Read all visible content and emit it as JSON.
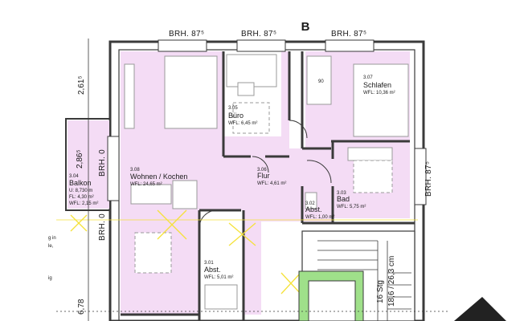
{
  "section": "B",
  "brh_labels": {
    "top_1": "BRH. 87⁵",
    "top_2": "BRH. 87⁵",
    "top_3": "BRH. 87⁵",
    "right": "BRH. 87⁵",
    "left_upper": "BRH. 0",
    "left_lower": "BRH. 0"
  },
  "dimensions": {
    "left_top": "2,61⁵",
    "balcony": "2,86⁵",
    "left_bottom": "6,78",
    "stairs": "16 Stg",
    "stairs_ratio": "18,6 / 26,3 cm"
  },
  "rooms": {
    "schlafen": {
      "number": "3.07",
      "name": "Schlafen",
      "area": "WFL: 10,36 m²"
    },
    "buero": {
      "number": "3.05",
      "name": "Büro",
      "area": "WFL: 6,45 m²"
    },
    "wohnen": {
      "number": "3.08",
      "name": "Wohnen / Kochen",
      "area": "WFL: 24,65 m²"
    },
    "flur": {
      "number": "3.06",
      "name": "Flur",
      "area": "WFL: 4,61 m²"
    },
    "bad": {
      "number": "3.03",
      "name": "Bad",
      "area": "WFL: 5,75 m²"
    },
    "abst_small": {
      "number": "3.02",
      "name": "Abst.",
      "area": "WFL: 1,00 m²"
    },
    "abst": {
      "number": "3.01",
      "name": "Abst.",
      "area": "WFL: 5,01 m²"
    },
    "balkon": {
      "number": "3.04",
      "name": "Balkon",
      "u": "U: 8,730 m",
      "fl": "FL: 4,30 m²",
      "area": "WFL: 2,15 m²"
    }
  },
  "misc": {
    "desk_width": "90",
    "left_note_1": "g in",
    "left_note_2": "le,",
    "left_note_3": "ig"
  },
  "colors": {
    "room_fill": "#f4dcf5",
    "wall": "#3a3a3a",
    "stair_fill": "#9fe08a"
  }
}
